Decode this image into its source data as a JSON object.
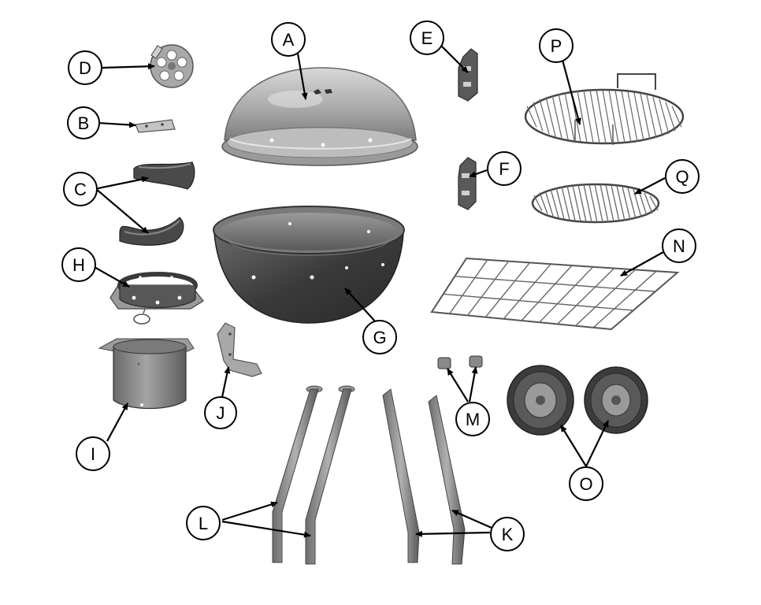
{
  "diagram": {
    "labels": {
      "A": "A",
      "B": "B",
      "C": "C",
      "D": "D",
      "E": "E",
      "F": "F",
      "G": "G",
      "H": "H",
      "I": "I",
      "J": "J",
      "K": "K",
      "L": "L",
      "M": "M",
      "N": "N",
      "O": "O",
      "P": "P",
      "Q": "Q"
    },
    "colors": {
      "ink": "#000000",
      "metal_light": "#b4b4b4",
      "metal_mid": "#8c8c8c",
      "metal_dark": "#4e4e4e",
      "bowl_dark": "#3e3e3e"
    }
  }
}
